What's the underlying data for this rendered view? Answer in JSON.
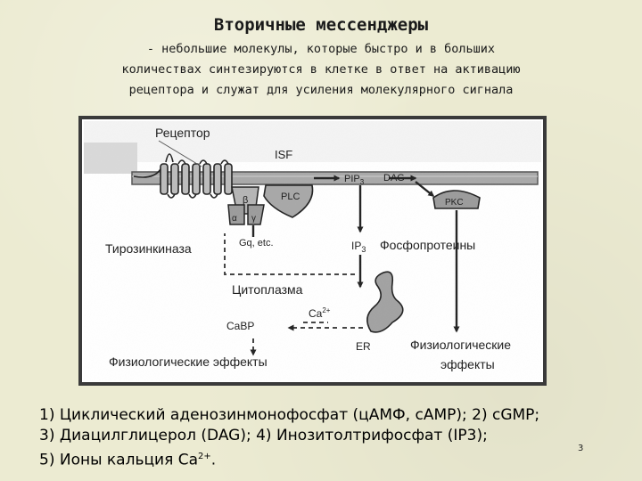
{
  "slide": {
    "title": "Вторичные мессенджеры",
    "subtitle_lines": [
      "- небольшие молекулы, которые быстро и в больших",
      "количествах синтезируются в клетке в ответ на активацию",
      "рецептора и служат для усиления молекулярного сигнала"
    ],
    "page_number": "3"
  },
  "diagram": {
    "labels": {
      "receptor": "Рецептор",
      "isf": "ISF",
      "pip3": "PIP",
      "pip3_sub": "3",
      "dag": "DAG",
      "plc": "PLC",
      "pkc": "PKC",
      "beta": "β",
      "alpha": "α",
      "gamma": "γ",
      "gq": "Gq, etc.",
      "tyrosine_kinase": "Тирозинкиназа",
      "ip3": "IP",
      "ip3_sub": "3",
      "phosphoproteins": "Фосфопротеины",
      "cytoplasm": "Цитоплазма",
      "cabp": "CaBP",
      "ca": "Ca",
      "ca_sup": "2+",
      "er": "ER",
      "physiological_effects": "Физиологические эффекты",
      "physiological_effects_right_1": "Физиологические",
      "physiological_effects_right_2": "эффекты"
    }
  },
  "legend": {
    "line1": "1)  Циклический аденозинмонофосфат (цАМФ, cAMP); 2) cGMP;",
    "line2": "3) Диацилглицерол (DAG); 4) Инозитолтрифосфат (IP3);",
    "line3_prefix": "5) Ионы кальция Ca",
    "line3_sup": "2+",
    "line3_suffix": "."
  }
}
